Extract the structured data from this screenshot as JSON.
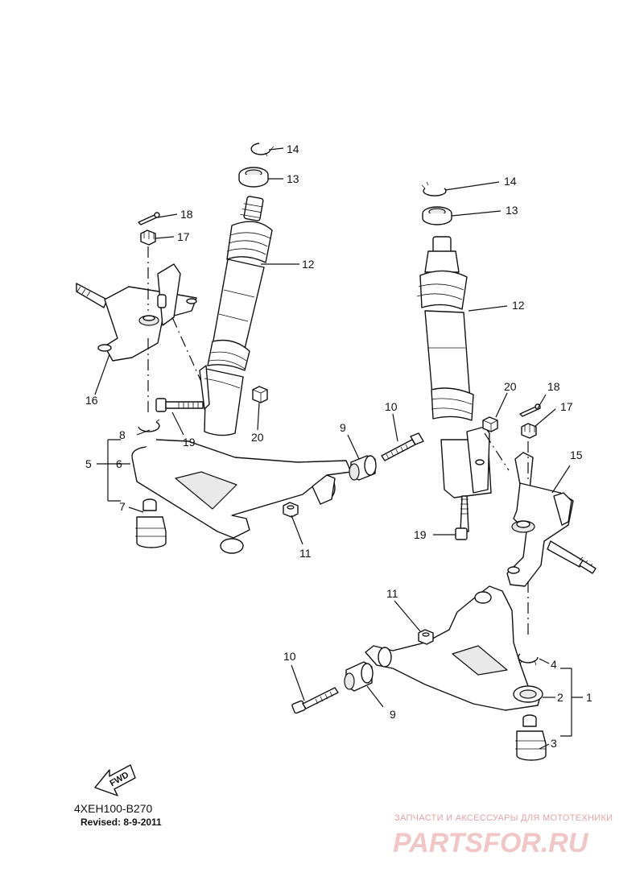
{
  "diagram": {
    "code": "4XEH100-B270",
    "revised": "Revised: 8-9-2011",
    "fwd_label": "FWD",
    "callouts": {
      "n1": "1",
      "n2": "2",
      "n3": "3",
      "n4": "4",
      "n5": "5",
      "n6": "6",
      "n7": "7",
      "n8": "8",
      "n9": "9",
      "n10": "10",
      "n11": "11",
      "n12": "12",
      "n13": "13",
      "n14": "14",
      "n15": "15",
      "n16": "16",
      "n17": "17",
      "n18": "18",
      "n19": "19",
      "n20": "20"
    }
  },
  "watermark": {
    "tagline": "ЗАПЧАСТИ И АКСЕССУАРЫ ДЛЯ МОТОТЕХНИКИ",
    "brand": "PARTSFOR.RU",
    "color": "#e08080"
  }
}
